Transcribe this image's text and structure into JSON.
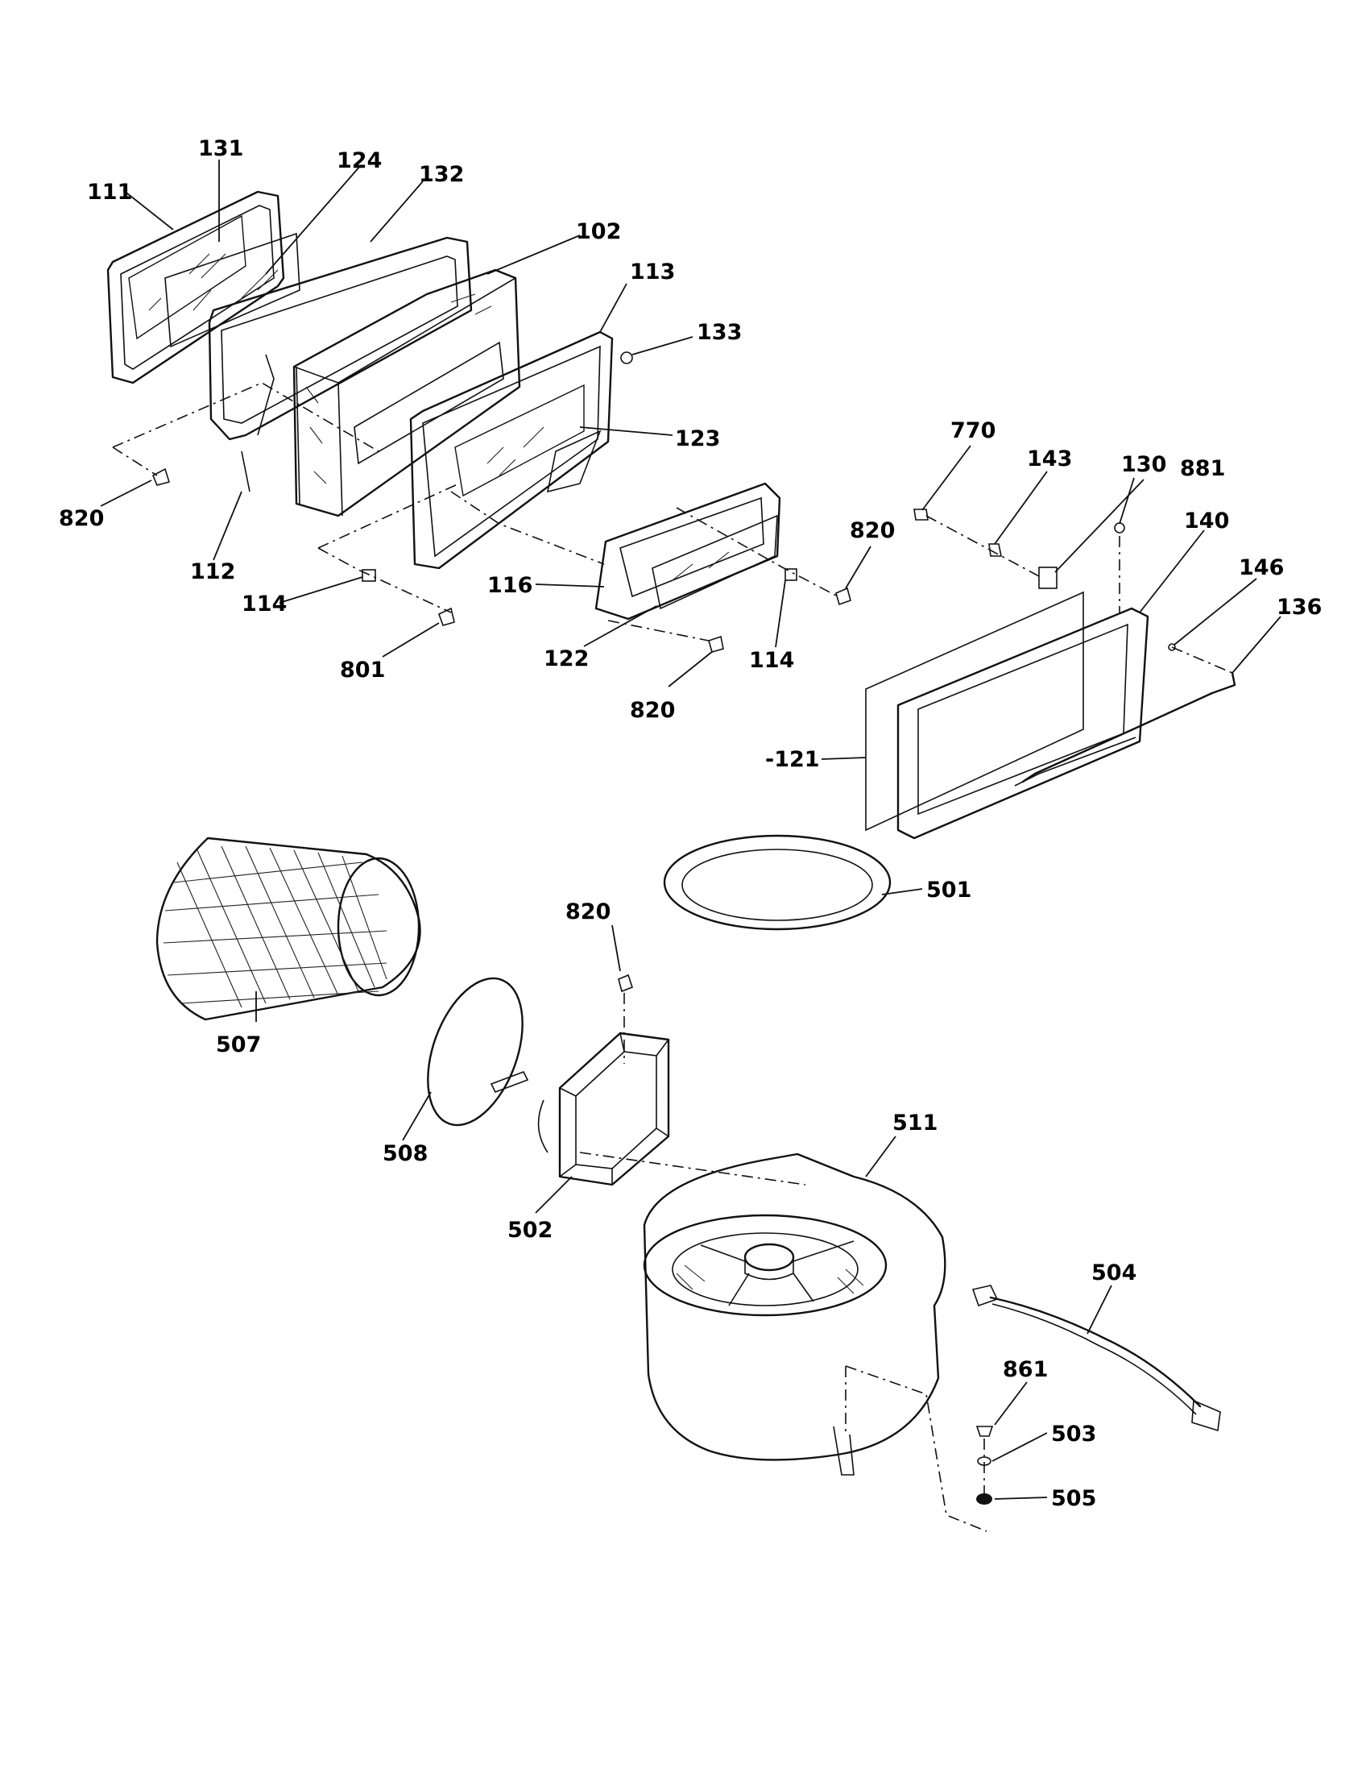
{
  "callouts": {
    "c111": "111",
    "c131": "131",
    "c124": "124",
    "c132": "132",
    "c102": "102",
    "c113": "113",
    "c133": "133",
    "c123": "123",
    "c820a": "820",
    "c112": "112",
    "c114a": "114",
    "c801": "801",
    "c116": "116",
    "c122": "122",
    "c820b": "820",
    "c114b": "114",
    "c820c": "820",
    "c770": "770",
    "c143": "143",
    "c130": "130",
    "c881": "881",
    "c140": "140",
    "c146": "146",
    "c136": "136",
    "c121": "-121",
    "c501": "501",
    "c507": "507",
    "c508": "508",
    "c820d": "820",
    "c502": "502",
    "c511": "511",
    "c504": "504",
    "c861": "861",
    "c503": "503",
    "c505": "505"
  }
}
